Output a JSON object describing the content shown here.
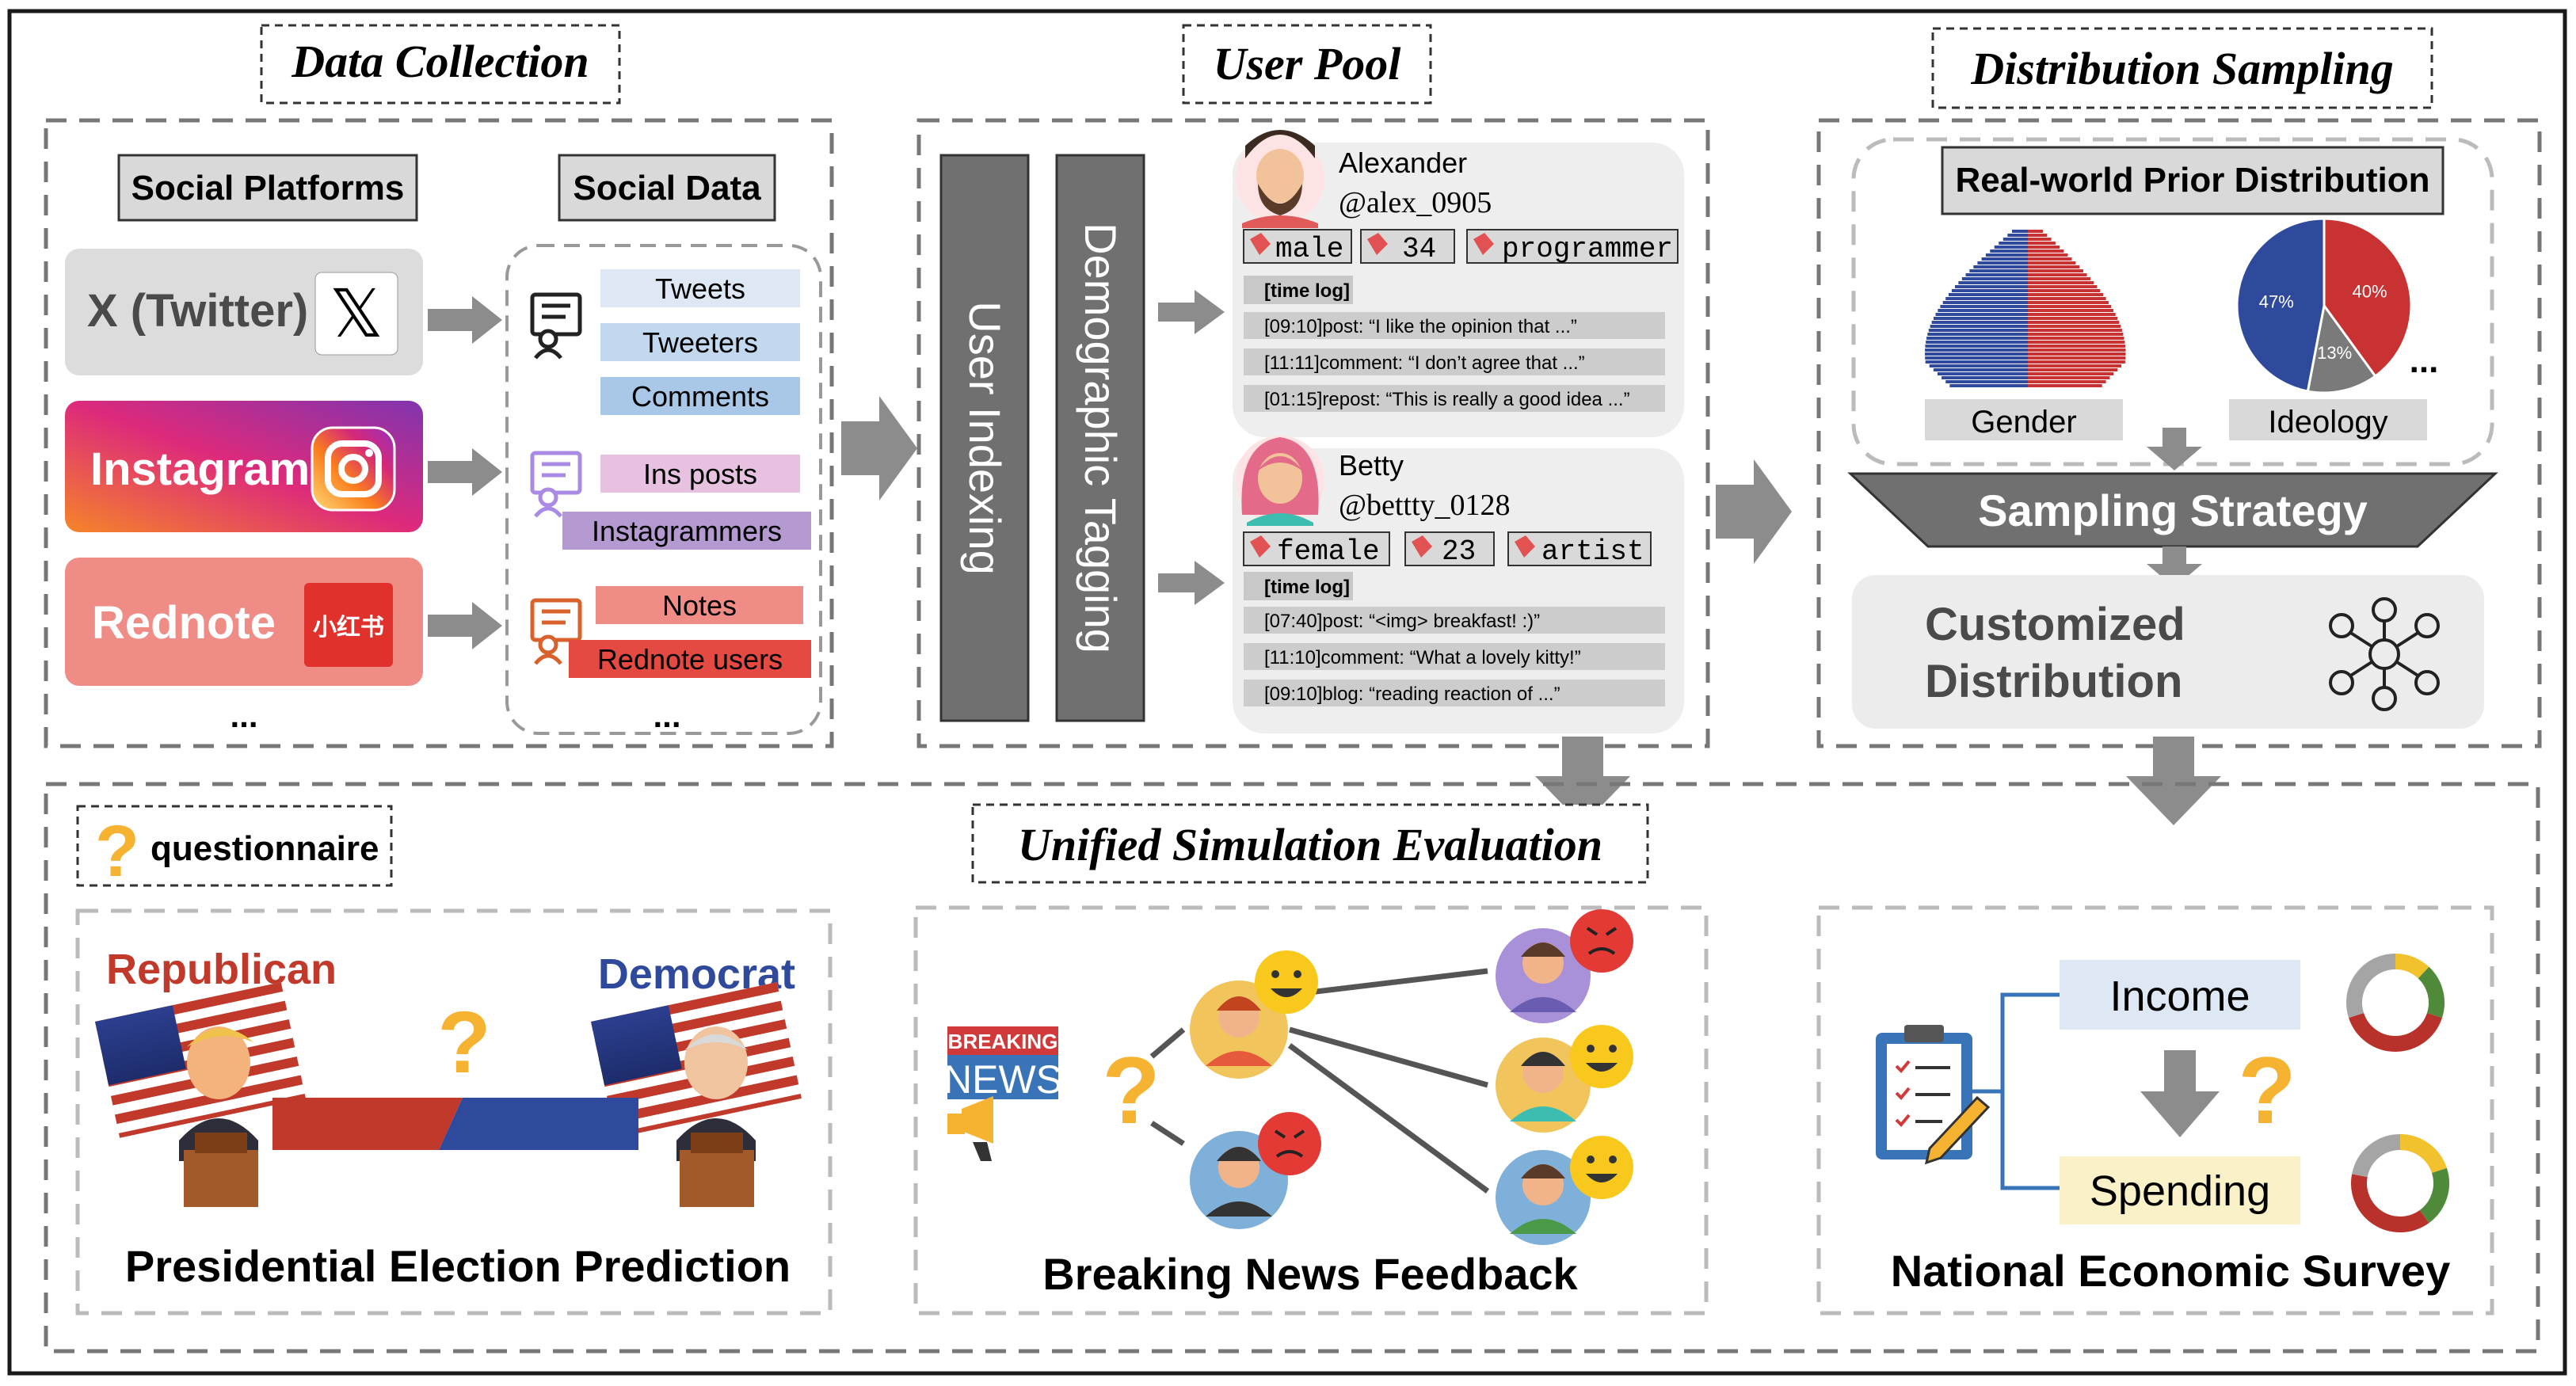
{
  "sections": {
    "data_collection": "Data Collection",
    "user_pool": "User Pool",
    "distribution_sampling": "Distribution Sampling",
    "unified_simulation": "Unified Simulation Evaluation"
  },
  "data_collection": {
    "social_platforms_header": "Social Platforms",
    "social_data_header": "Social Data",
    "platforms": [
      {
        "name": "X (Twitter)",
        "logo_text": "𝕏"
      },
      {
        "name": "Instagram"
      },
      {
        "name": "Rednote",
        "logo_text": "小红书"
      }
    ],
    "platforms_more": "...",
    "data_items": [
      "Tweets",
      "Tweeters",
      "Comments",
      "Ins posts",
      "Instagrammers",
      "Notes",
      "Rednote users"
    ],
    "data_more": "..."
  },
  "user_pool": {
    "user_indexing": "User Indexing",
    "demographic_tagging": "Demographic Tagging",
    "users": [
      {
        "name": "Alexander",
        "handle": "@alex_0905",
        "tags": [
          "male",
          "34",
          "programmer"
        ],
        "time_log_label": "[time log]",
        "logs": [
          "[09:10]post: “I like the opinion that ...”",
          "[11:11]comment: “I don’t agree that ...”",
          "[01:15]repost: “This is really a good idea ...”"
        ]
      },
      {
        "name": "Betty",
        "handle": "@bettty_0128",
        "tags": [
          "female",
          "23",
          "artist"
        ],
        "time_log_label": "[time log]",
        "logs": [
          "[07:40]post: “<img> breakfast! :)”",
          "[11:10]comment: “What a lovely kitty!”",
          "[09:10]blog: “reading reaction of ...”"
        ]
      }
    ]
  },
  "distribution_sampling": {
    "prior_header": "Real-world Prior Distribution",
    "gender_label": "Gender",
    "ideology_label": "Ideology",
    "ideology_pie": [
      {
        "label": "47%",
        "value": 47,
        "color": "#2f4a9c"
      },
      {
        "label": "40%",
        "value": 40,
        "color": "#c93232"
      },
      {
        "label": "13%",
        "value": 13,
        "color": "#7a7a7a"
      }
    ],
    "more": "...",
    "sampling_strategy": "Sampling Strategy",
    "customized_line1": "Customized",
    "customized_line2": "Distribution"
  },
  "evaluation": {
    "questionnaire": "questionnaire",
    "election": {
      "republican": "Republican",
      "democrat": "Democrat",
      "caption": "Presidential Election Prediction"
    },
    "news": {
      "breaking": "BREAKING",
      "news": "NEWS",
      "caption": "Breaking News Feedback"
    },
    "survey": {
      "income": "Income",
      "spending": "Spending",
      "caption": "National Economic Survey"
    }
  },
  "colors": {
    "republican": "#c0392b",
    "democrat": "#2f4a9c",
    "gray_box": "#d9d9d9",
    "dark_bar": "#707070",
    "instagram_grad": [
      "#f58529",
      "#dd2a7b",
      "#8134af"
    ],
    "rednote": "#ef8c86",
    "tag_red": "#e35252"
  }
}
